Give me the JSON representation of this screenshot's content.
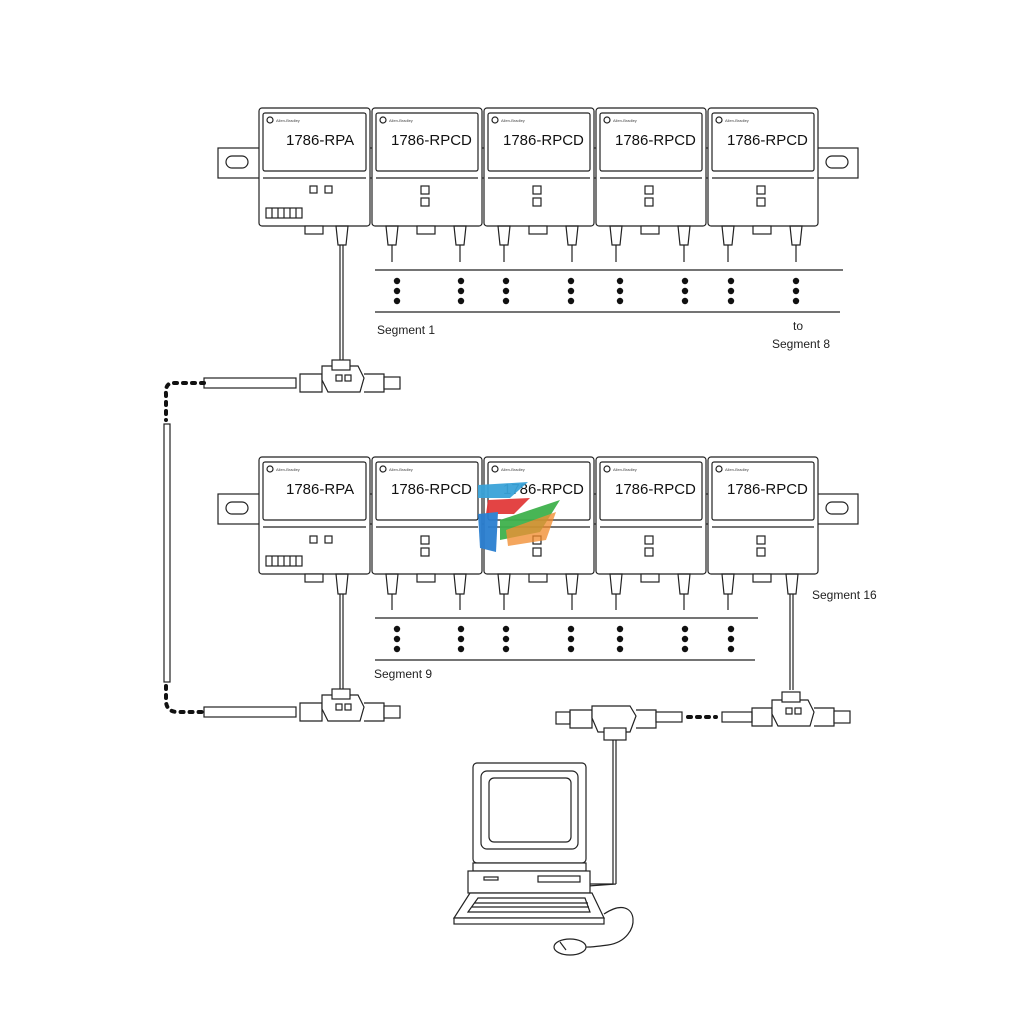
{
  "racks": [
    {
      "modules": [
        {
          "model": "1786-RPA",
          "brand": "Allen-Bradley",
          "kind": "adapter"
        },
        {
          "model": "1786-RPCD",
          "brand": "Allen-Bradley",
          "kind": "repeater"
        },
        {
          "model": "1786-RPCD",
          "brand": "Allen-Bradley",
          "kind": "repeater"
        },
        {
          "model": "1786-RPCD",
          "brand": "Allen-Bradley",
          "kind": "repeater"
        },
        {
          "model": "1786-RPCD",
          "brand": "Allen-Bradley",
          "kind": "repeater"
        }
      ],
      "labels": {
        "segment_start": "Segment 1",
        "to": "to",
        "segment_end": "Segment 8"
      }
    },
    {
      "modules": [
        {
          "model": "1786-RPA",
          "brand": "Allen-Bradley",
          "kind": "adapter"
        },
        {
          "model": "1786-RPCD",
          "brand": "Allen-Bradley",
          "kind": "repeater"
        },
        {
          "model": "1786-RPCD",
          "brand": "Allen-Bradley",
          "kind": "repeater"
        },
        {
          "model": "1786-RPCD",
          "brand": "Allen-Bradley",
          "kind": "repeater"
        },
        {
          "model": "1786-RPCD",
          "brand": "Allen-Bradley",
          "kind": "repeater"
        }
      ],
      "labels": {
        "segment_start": "Segment 9",
        "segment_end": "Segment 16"
      }
    }
  ],
  "colors": {
    "line": "#222222",
    "background": "#ffffff"
  },
  "icons": [
    "din-rail",
    "tap-connector",
    "computer-icon",
    "mouse-icon",
    "watermark-logo"
  ]
}
